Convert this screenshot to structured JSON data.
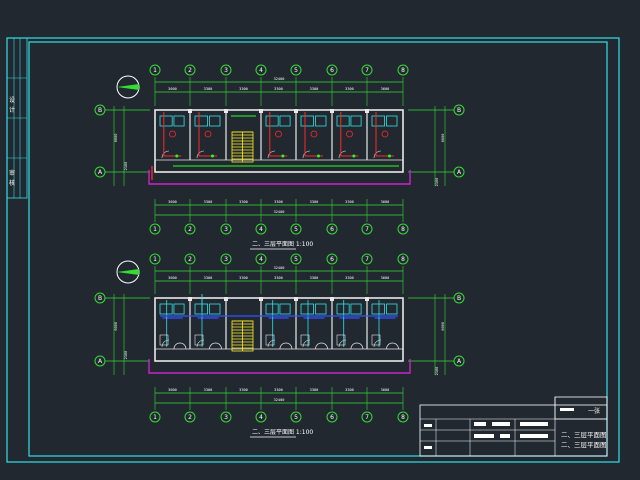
{
  "colors": {
    "background": "#212830",
    "frame": "#33e0e8",
    "dim_line": "#33dd33",
    "axis_label": "#ffffff",
    "wall": "#e8e8e8",
    "water_supply": "#ff2a2a",
    "drain": "#22ff22",
    "cyan_pipe": "#33e0e8",
    "blue_pipe": "#3355ff",
    "slab": "#cc22cc",
    "stair": "#ffee22"
  },
  "plans": [
    {
      "id": "upper",
      "grid_top": [
        "1",
        "2",
        "3",
        "4",
        "5",
        "6",
        "7",
        "8"
      ],
      "grid_bottom": [
        "1",
        "2",
        "3",
        "4",
        "5",
        "6",
        "7",
        "8"
      ],
      "rows": [
        "B",
        "A"
      ],
      "dims_top": [
        "3600",
        "3300",
        "3300",
        "3300",
        "3300",
        "3300",
        "3600"
      ],
      "total_top": "32400",
      "dims_bottom": [
        "3600",
        "3300",
        "3300",
        "3300",
        "3300",
        "3300",
        "3600"
      ],
      "total_bottom": "32400",
      "side_dims_left": [
        "6000",
        "2100"
      ],
      "side_dims_right": [
        "6000",
        "2100"
      ],
      "caption": "二、三层平面图 1:100"
    },
    {
      "id": "lower",
      "grid_top": [
        "1",
        "2",
        "3",
        "4",
        "5",
        "6",
        "7",
        "8"
      ],
      "grid_bottom": [
        "1",
        "2",
        "3",
        "4",
        "5",
        "6",
        "7",
        "8"
      ],
      "rows": [
        "B",
        "A"
      ],
      "dims_top": [
        "3600",
        "3300",
        "3300",
        "3300",
        "3300",
        "3300",
        "3600"
      ],
      "total_top": "32400",
      "dims_bottom": [
        "3600",
        "3300",
        "3300",
        "3300",
        "3300",
        "3300",
        "3600"
      ],
      "total_bottom": "32400",
      "side_dims_left": [
        "6000",
        "2100"
      ],
      "side_dims_right": [
        "6000",
        "2100"
      ],
      "caption": "二、三层平面图 1:100"
    }
  ],
  "side_strip": {
    "labels": [
      "设",
      "计",
      "审",
      "核"
    ]
  },
  "title_block": {
    "project": "二、三层平面图",
    "drawing": "二、三层平面图",
    "sheet": "一张"
  }
}
